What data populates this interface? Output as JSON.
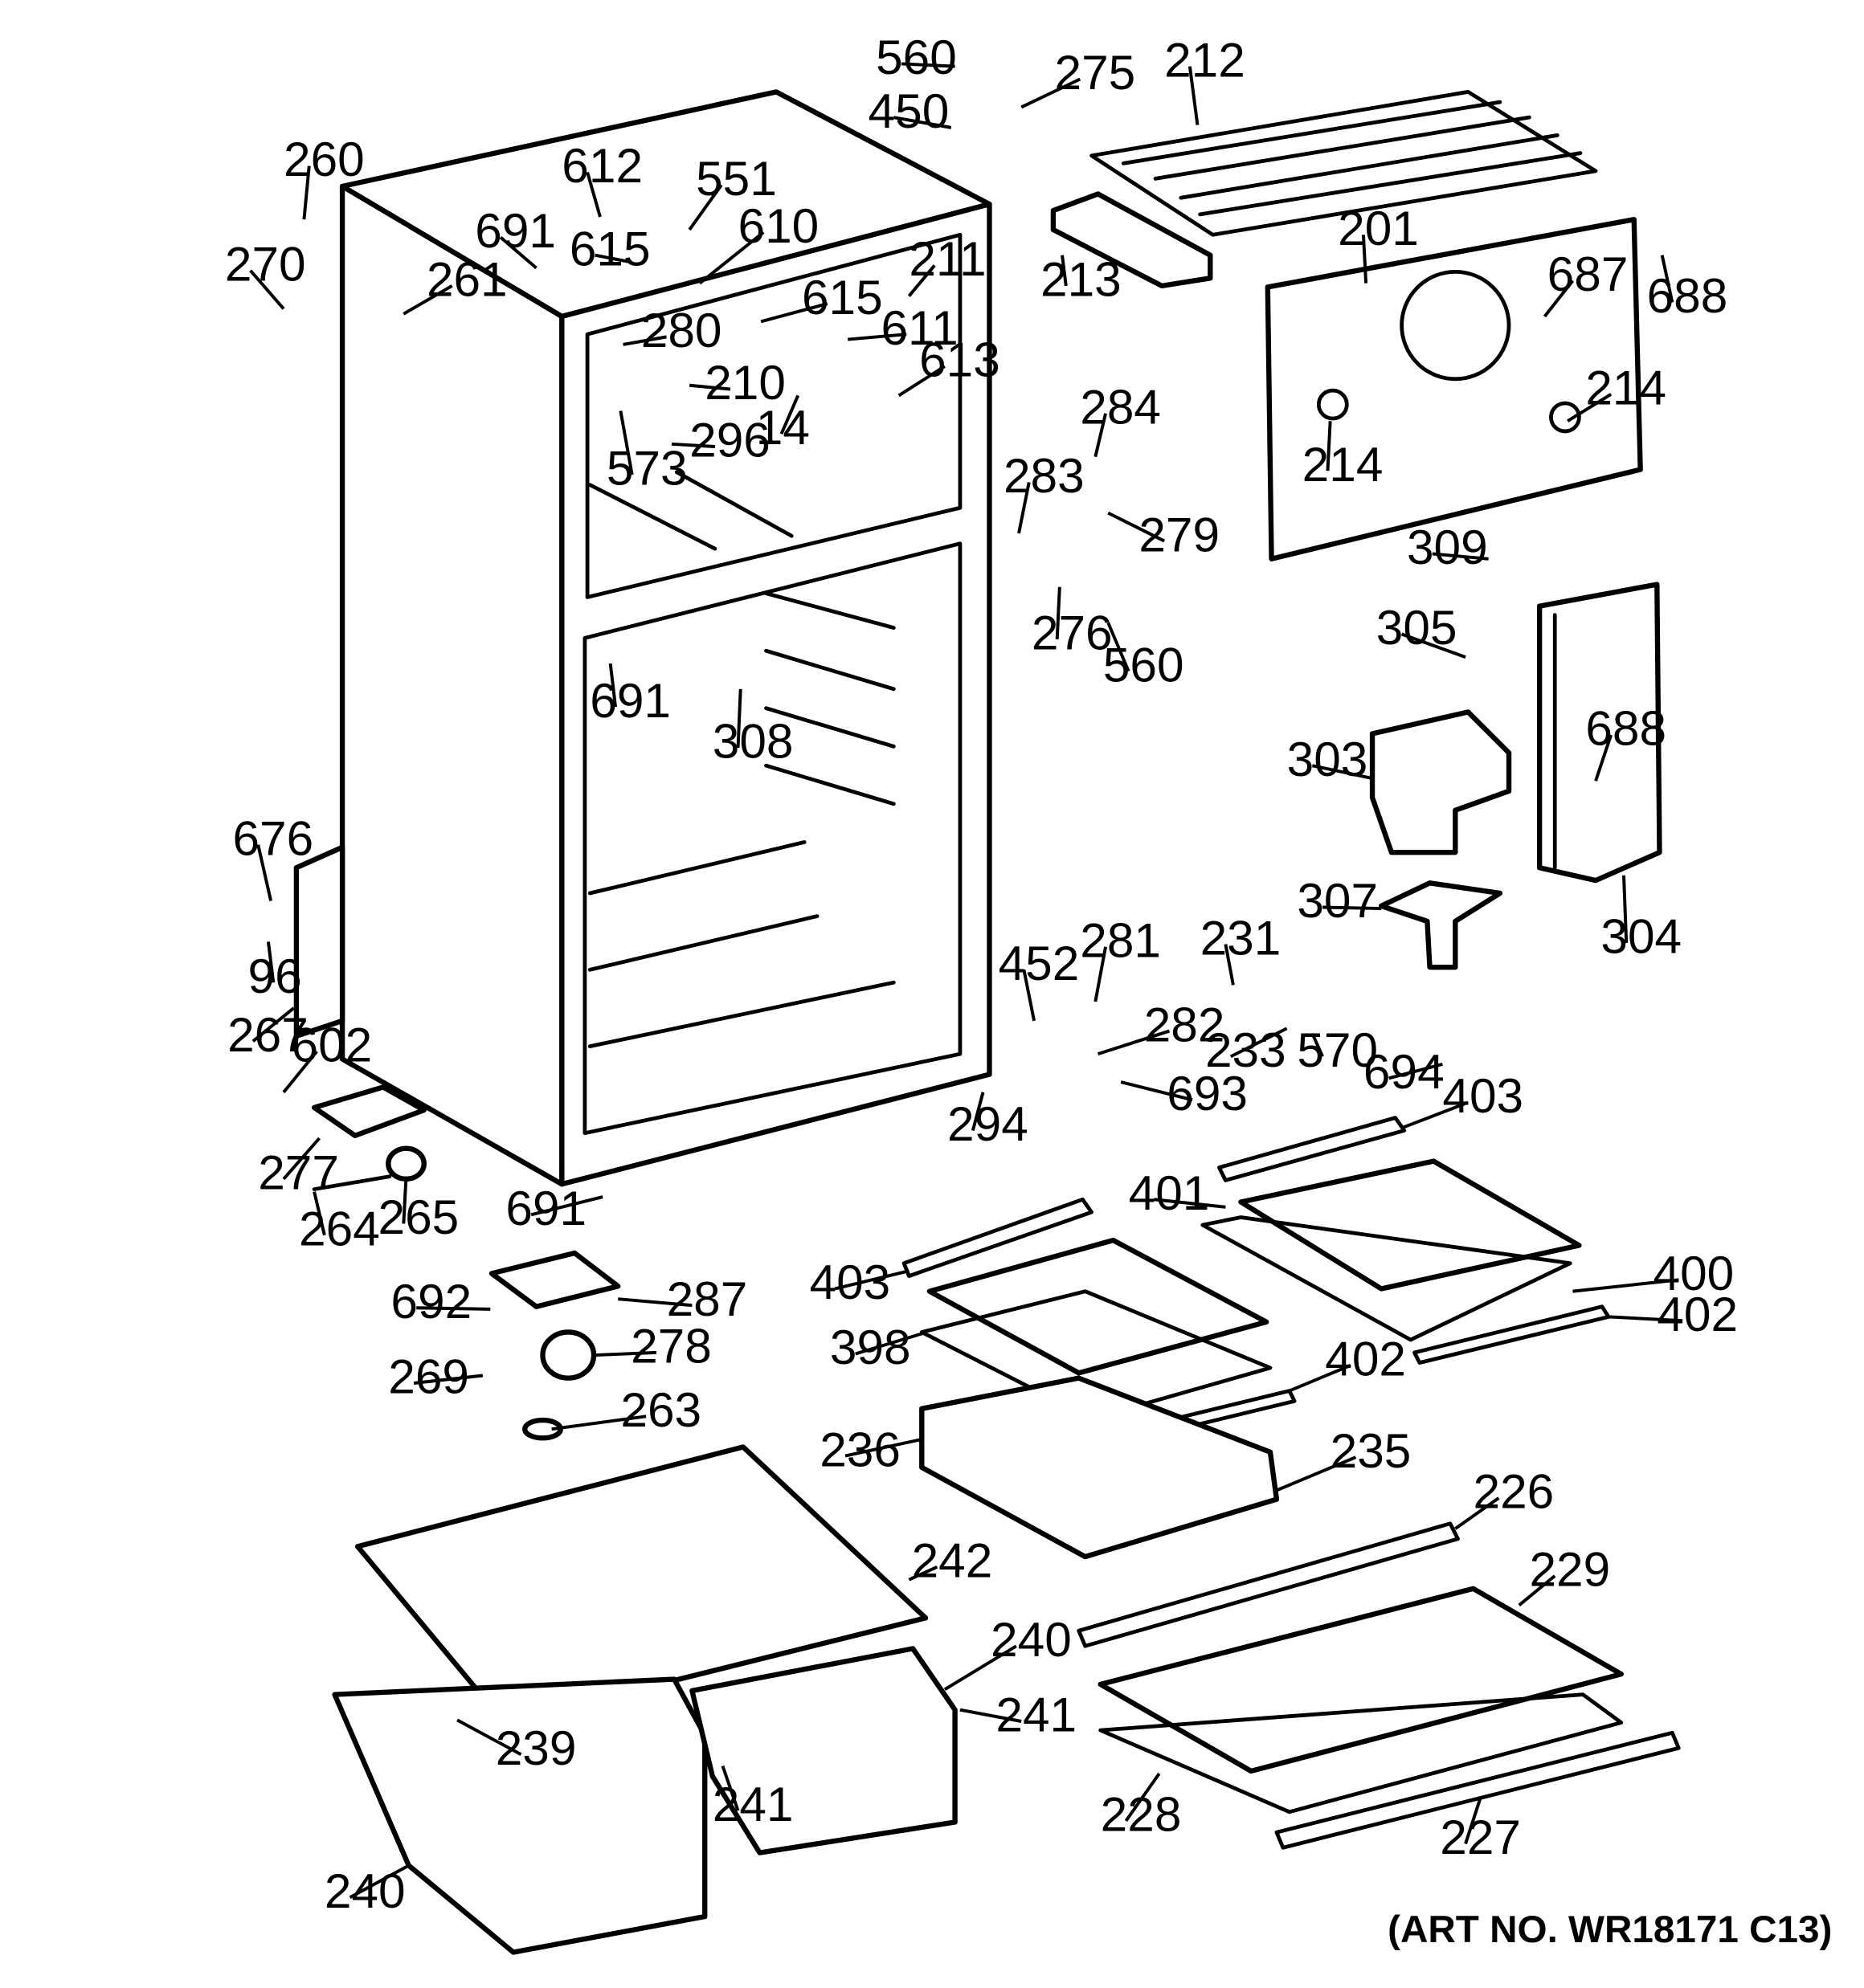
{
  "art_number": "(ART NO. WR18171 C13)",
  "callouts": [
    {
      "id": "c560a",
      "label": "560"
    },
    {
      "id": "c275",
      "label": "275"
    },
    {
      "id": "c450",
      "label": "450"
    },
    {
      "id": "c212",
      "label": "212"
    },
    {
      "id": "c260",
      "label": "260"
    },
    {
      "id": "c612",
      "label": "612"
    },
    {
      "id": "c551",
      "label": "551"
    },
    {
      "id": "c691a",
      "label": "691"
    },
    {
      "id": "c615a",
      "label": "615"
    },
    {
      "id": "c610",
      "label": "610"
    },
    {
      "id": "c270",
      "label": "270"
    },
    {
      "id": "c261",
      "label": "261"
    },
    {
      "id": "c211",
      "label": "211"
    },
    {
      "id": "c213",
      "label": "213"
    },
    {
      "id": "c201",
      "label": "201"
    },
    {
      "id": "c687",
      "label": "687"
    },
    {
      "id": "c688a",
      "label": "688"
    },
    {
      "id": "c615b",
      "label": "615"
    },
    {
      "id": "c280",
      "label": "280"
    },
    {
      "id": "c611",
      "label": "611"
    },
    {
      "id": "c210",
      "label": "210"
    },
    {
      "id": "c613",
      "label": "613"
    },
    {
      "id": "c14",
      "label": "14"
    },
    {
      "id": "c296",
      "label": "296"
    },
    {
      "id": "c573",
      "label": "573"
    },
    {
      "id": "c284",
      "label": "284"
    },
    {
      "id": "c214a",
      "label": "214"
    },
    {
      "id": "c214b",
      "label": "214"
    },
    {
      "id": "c283",
      "label": "283"
    },
    {
      "id": "c279",
      "label": "279"
    },
    {
      "id": "c309",
      "label": "309"
    },
    {
      "id": "c276",
      "label": "276"
    },
    {
      "id": "c560b",
      "label": "560"
    },
    {
      "id": "c305",
      "label": "305"
    },
    {
      "id": "c691b",
      "label": "691"
    },
    {
      "id": "c308",
      "label": "308"
    },
    {
      "id": "c688b",
      "label": "688"
    },
    {
      "id": "c303",
      "label": "303"
    },
    {
      "id": "c676",
      "label": "676"
    },
    {
      "id": "c307",
      "label": "307"
    },
    {
      "id": "c304",
      "label": "304"
    },
    {
      "id": "c96",
      "label": "96"
    },
    {
      "id": "c452",
      "label": "452"
    },
    {
      "id": "c281",
      "label": "281"
    },
    {
      "id": "c231",
      "label": "231"
    },
    {
      "id": "c267",
      "label": "267"
    },
    {
      "id": "c602",
      "label": "602"
    },
    {
      "id": "c282",
      "label": "282"
    },
    {
      "id": "c233",
      "label": "233"
    },
    {
      "id": "c570",
      "label": "570"
    },
    {
      "id": "c694",
      "label": "694"
    },
    {
      "id": "c693",
      "label": "693"
    },
    {
      "id": "c294",
      "label": "294"
    },
    {
      "id": "c403a",
      "label": "403"
    },
    {
      "id": "c277",
      "label": "277"
    },
    {
      "id": "c691c",
      "label": "691"
    },
    {
      "id": "c401",
      "label": "401"
    },
    {
      "id": "c264",
      "label": "264"
    },
    {
      "id": "c265",
      "label": "265"
    },
    {
      "id": "c403b",
      "label": "403"
    },
    {
      "id": "c400",
      "label": "400"
    },
    {
      "id": "c692",
      "label": "692"
    },
    {
      "id": "c287",
      "label": "287"
    },
    {
      "id": "c402a",
      "label": "402"
    },
    {
      "id": "c398",
      "label": "398"
    },
    {
      "id": "c278",
      "label": "278"
    },
    {
      "id": "c402b",
      "label": "402"
    },
    {
      "id": "c269",
      "label": "269"
    },
    {
      "id": "c263",
      "label": "263"
    },
    {
      "id": "c236",
      "label": "236"
    },
    {
      "id": "c235",
      "label": "235"
    },
    {
      "id": "c226",
      "label": "226"
    },
    {
      "id": "c242",
      "label": "242"
    },
    {
      "id": "c229",
      "label": "229"
    },
    {
      "id": "c240a",
      "label": "240"
    },
    {
      "id": "c241a",
      "label": "241"
    },
    {
      "id": "c239",
      "label": "239"
    },
    {
      "id": "c241b",
      "label": "241"
    },
    {
      "id": "c228",
      "label": "228"
    },
    {
      "id": "c227",
      "label": "227"
    },
    {
      "id": "c240b",
      "label": "240"
    }
  ]
}
